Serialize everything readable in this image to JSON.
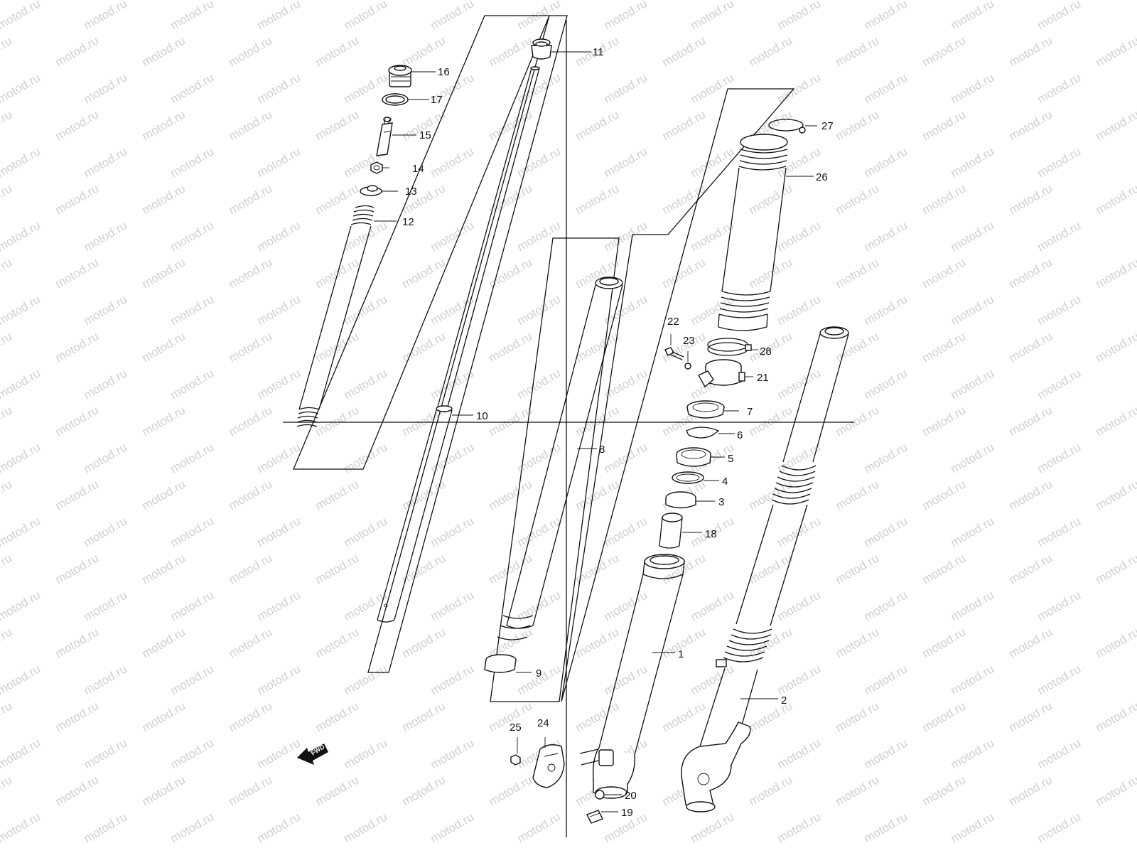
{
  "watermark": "motod.ru",
  "fwd_label": "FWD",
  "callouts": {
    "p1": "1",
    "p2": "2",
    "p3": "3",
    "p4": "4",
    "p5": "5",
    "p6": "6",
    "p7": "7",
    "p8": "8",
    "p9": "9",
    "p10": "10",
    "p11": "11",
    "p12": "12",
    "p13": "13",
    "p14": "14",
    "p15": "15",
    "p16": "16",
    "p17": "17",
    "p18": "18",
    "p19": "19",
    "p20": "20",
    "p21": "21",
    "p22": "22",
    "p23": "23",
    "p24": "24",
    "p25": "25",
    "p26": "26",
    "p27": "27",
    "p28": "28"
  },
  "colors": {
    "ink": "#111111",
    "watermark": "#d0d0d0",
    "background": "#ffffff"
  }
}
